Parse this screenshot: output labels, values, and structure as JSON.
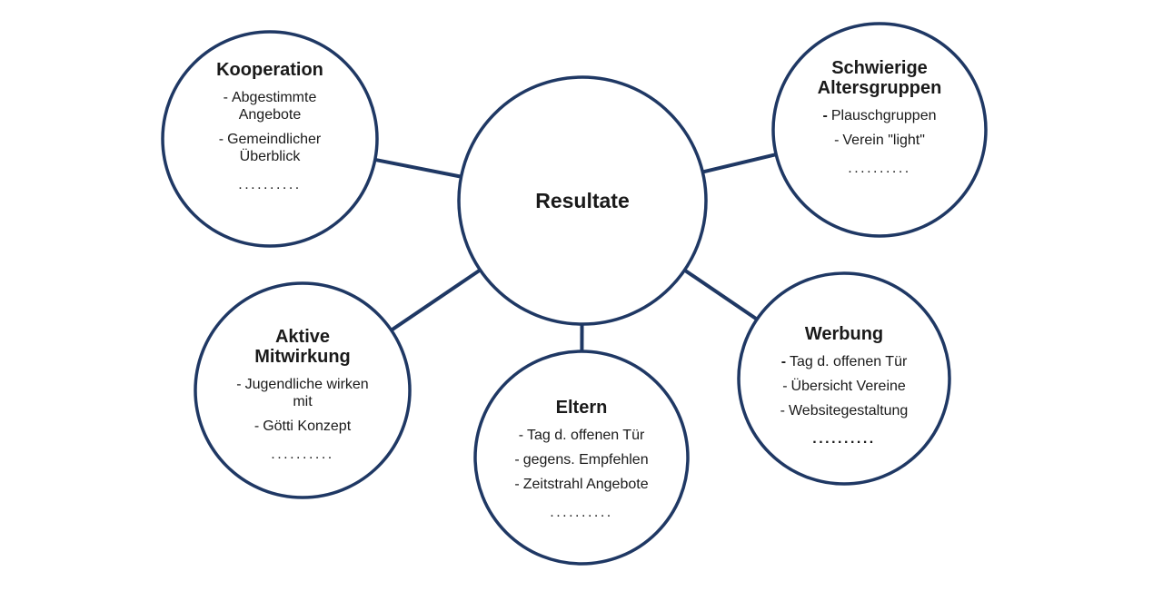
{
  "colors": {
    "stroke": "#1f3864",
    "text": "#1a1a1a",
    "background": "#ffffff"
  },
  "center": {
    "title": "Resultate"
  },
  "nodes": [
    {
      "id": "kooperation",
      "title": "Kooperation",
      "items": [
        {
          "dash": "-",
          "text": "Abgestimmte Angebote",
          "bold_dash": false
        },
        {
          "dash": "-",
          "text": "Gemeindlicher Überblick",
          "bold_dash": false
        },
        {
          "dots": true,
          "text": "..........",
          "bold": false
        }
      ]
    },
    {
      "id": "schwierige-altersgruppen",
      "title": "Schwierige Altersgruppen",
      "items": [
        {
          "dash": "-",
          "text": "Plauschgruppen",
          "bold_dash": true
        },
        {
          "dash": "-",
          "text": "Verein \"light\"",
          "bold_dash": false
        },
        {
          "dots": true,
          "text": "..........",
          "bold": false
        }
      ]
    },
    {
      "id": "aktive-mitwirkung",
      "title": "Aktive Mitwirkung",
      "items": [
        {
          "dash": "-",
          "text": "Jugendliche wirken mit",
          "bold_dash": false
        },
        {
          "dash": "-",
          "text": "Götti Konzept",
          "bold_dash": false
        },
        {
          "dots": true,
          "text": "..........",
          "bold": false
        }
      ]
    },
    {
      "id": "eltern",
      "title": "Eltern",
      "items": [
        {
          "dash": "-",
          "text": "Tag d. offenen Tür",
          "bold_dash": false
        },
        {
          "dash": "-",
          "text": "gegens. Empfehlen",
          "bold_dash": false
        },
        {
          "dash": "-",
          "text": "Zeitstrahl Angebote",
          "bold_dash": false
        },
        {
          "dots": true,
          "text": "..........",
          "bold": false
        }
      ]
    },
    {
      "id": "werbung",
      "title": "Werbung",
      "items": [
        {
          "dash": "-",
          "text": "Tag d. offenen Tür",
          "bold_dash": true
        },
        {
          "dash": "-",
          "text": "Übersicht Vereine",
          "bold_dash": false
        },
        {
          "dash": "-",
          "text": "Websitegestaltung",
          "bold_dash": false
        },
        {
          "dots": true,
          "text": "..........",
          "bold": true
        }
      ]
    }
  ]
}
